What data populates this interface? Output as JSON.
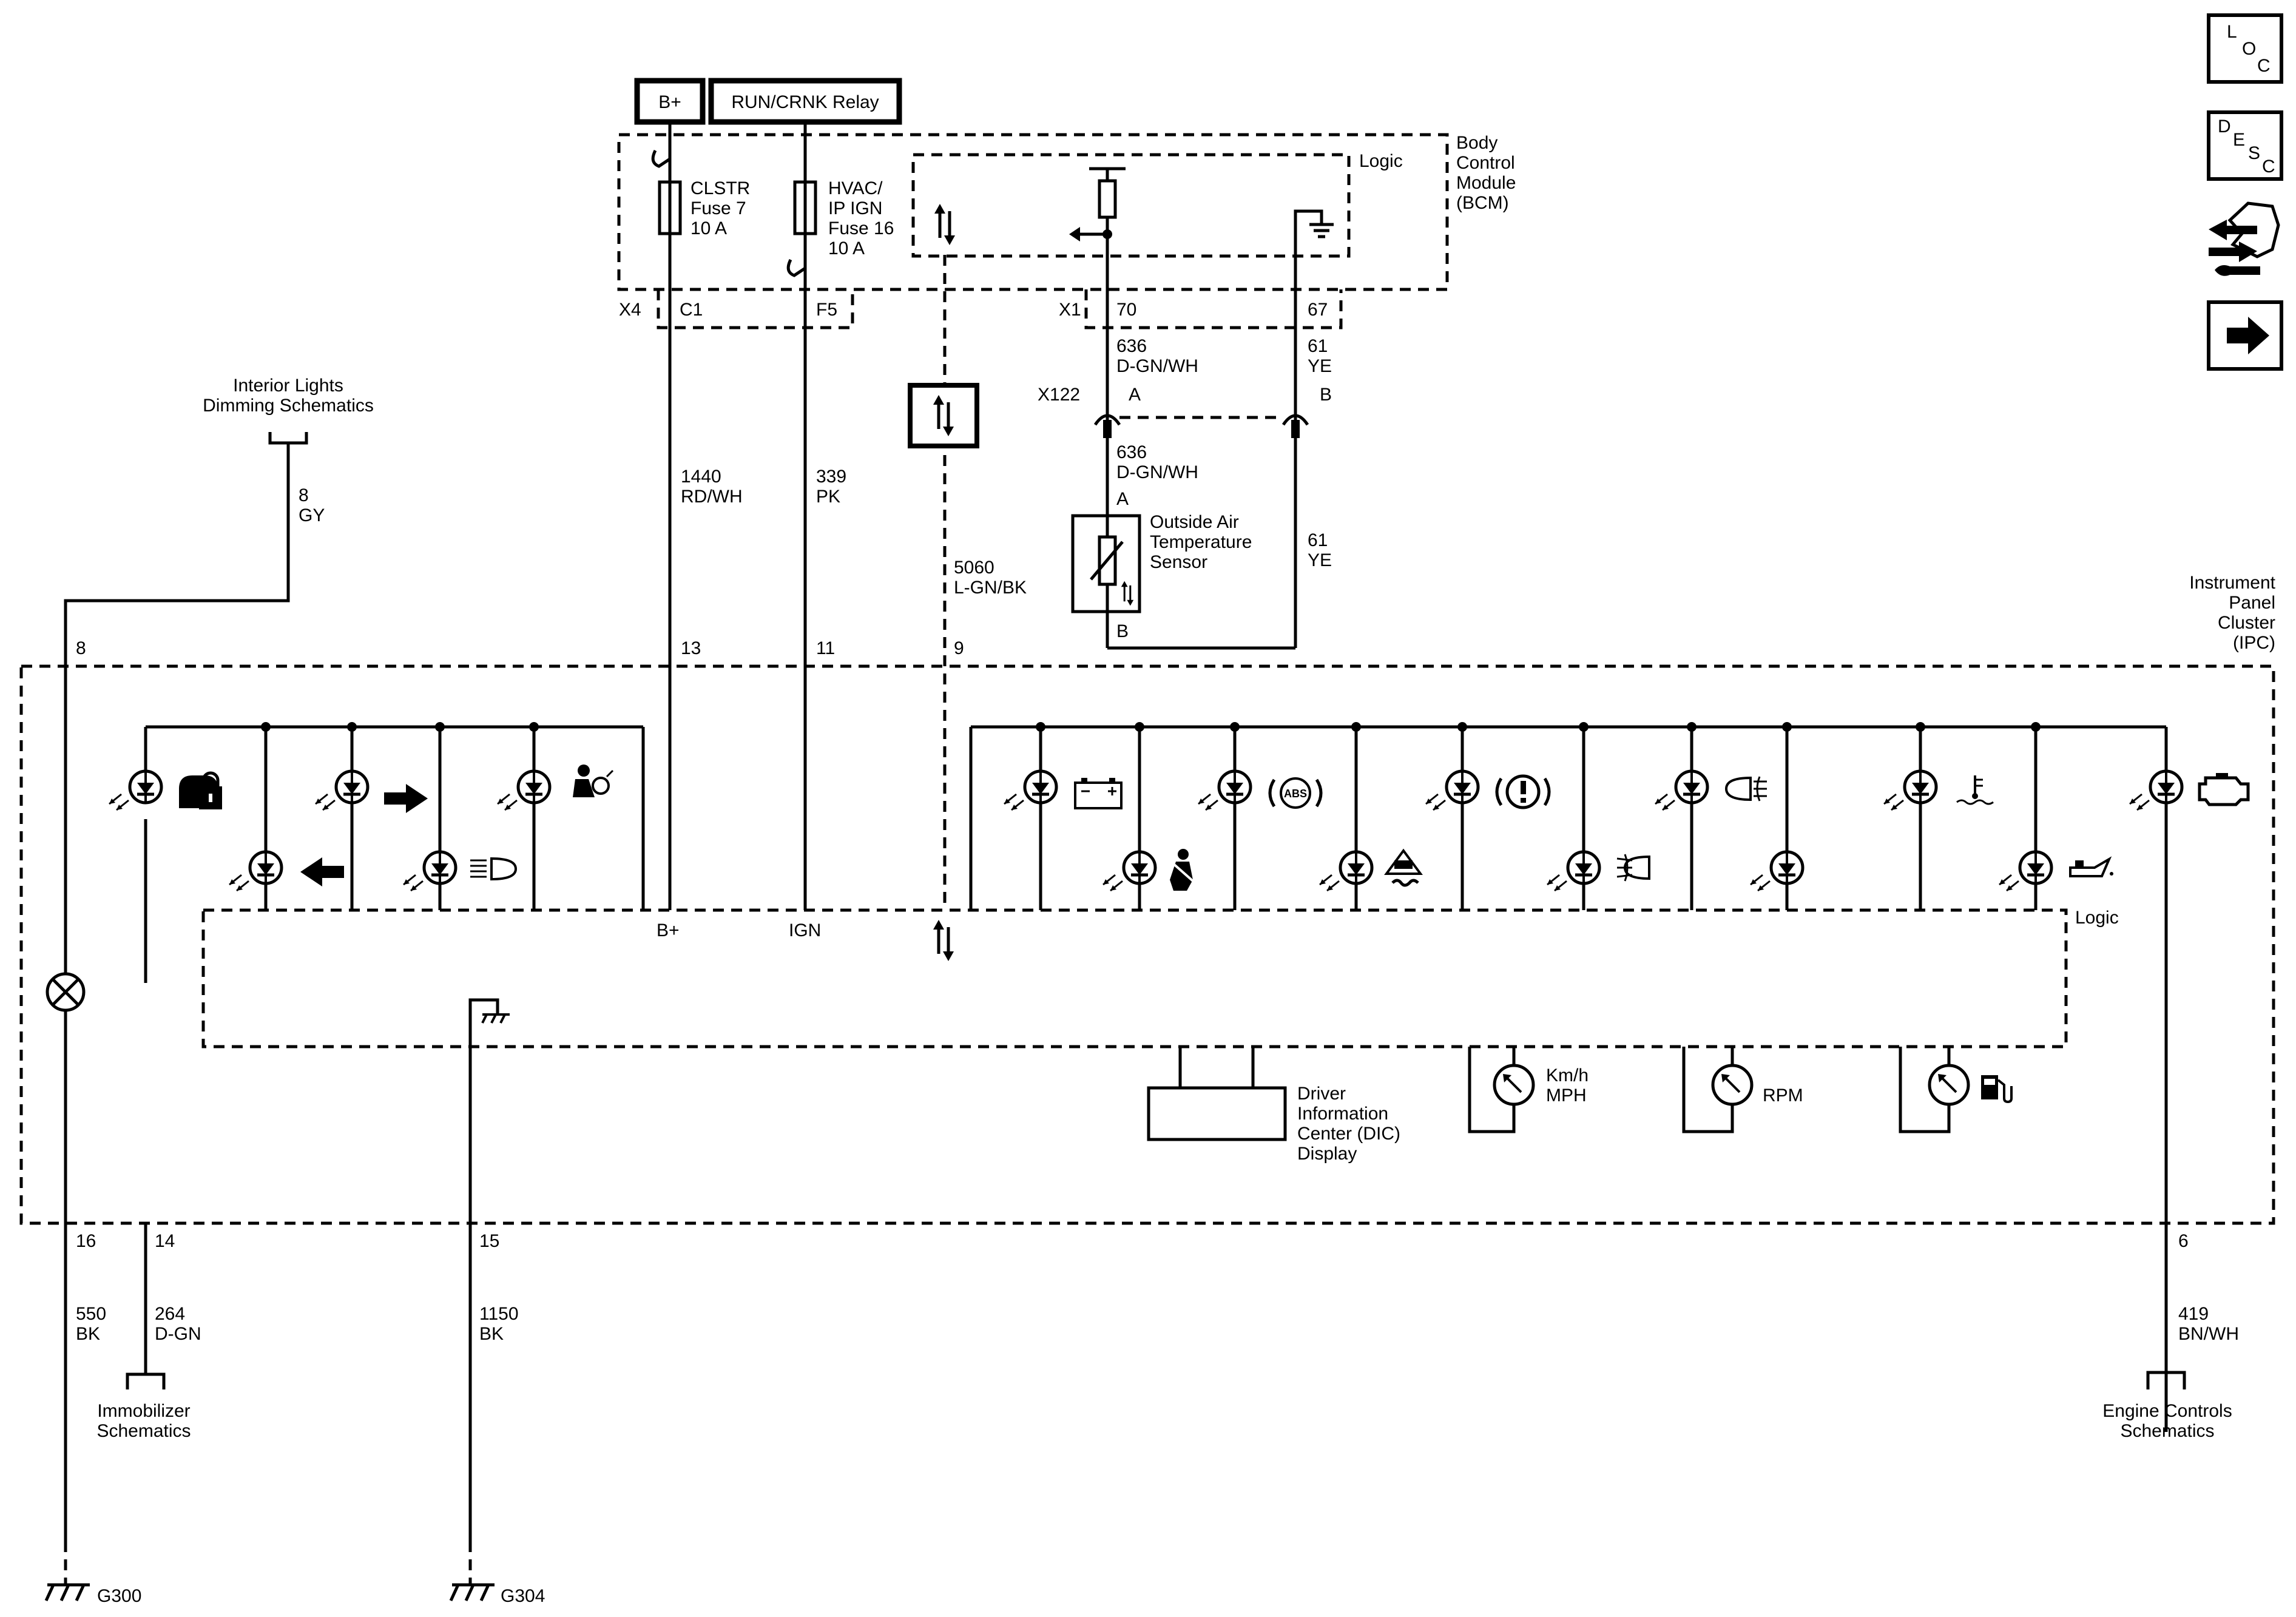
{
  "power": {
    "bplus": "B+",
    "relay": "RUN/CRNK Relay"
  },
  "bcm": {
    "name": [
      "Body",
      "Control",
      "Module",
      "(BCM)"
    ],
    "logic": "Logic",
    "fuse7": [
      "CLSTR",
      "Fuse 7",
      "10 A"
    ],
    "fuse16": [
      "HVAC/",
      "IP IGN",
      "Fuse 16",
      "10 A"
    ],
    "connectors": {
      "x4": "X4",
      "c1": "C1",
      "f5": "F5",
      "x1": "X1",
      "p70": "70",
      "p67": "67"
    }
  },
  "wires": {
    "w636": [
      "636",
      "D-GN/WH"
    ],
    "w61": [
      "61",
      "YE"
    ],
    "w1440": [
      "1440",
      "RD/WH"
    ],
    "w339": [
      "339",
      "PK"
    ],
    "w5060": [
      "5060",
      "L-GN/BK"
    ],
    "w8": [
      "8",
      "GY"
    ],
    "w550": [
      "550",
      "BK"
    ],
    "w264": [
      "264",
      "D-GN"
    ],
    "w1150": [
      "1150",
      "BK"
    ],
    "w419": [
      "419",
      "BN/WH"
    ]
  },
  "x122": {
    "name": "X122",
    "a": "A",
    "b": "B"
  },
  "sensor": {
    "name": [
      "Outside Air",
      "Temperature",
      "Sensor"
    ],
    "a": "A",
    "b": "B"
  },
  "interior": [
    "Interior Lights",
    "Dimming Schematics"
  ],
  "ipc": {
    "name": [
      "Instrument",
      "Panel",
      "Cluster",
      "(IPC)"
    ],
    "logic": "Logic",
    "bplus": "B+",
    "ign": "IGN",
    "pins": {
      "p8": "8",
      "p13": "13",
      "p11": "11",
      "p9": "9",
      "p16": "16",
      "p14": "14",
      "p15": "15",
      "p6": "6"
    },
    "dic": [
      "Driver",
      "Information",
      "Center (DIC)",
      "Display"
    ],
    "speed": [
      "Km/h",
      "MPH"
    ],
    "rpm": "RPM"
  },
  "refs": {
    "immobilizer": [
      "Immobilizer",
      "Schematics"
    ],
    "engine": [
      "Engine Controls",
      "Schematics"
    ]
  },
  "grounds": {
    "g300": "G300",
    "g304": "G304"
  },
  "side_icons": {
    "loc": [
      "L",
      "O",
      "C"
    ],
    "desc": [
      "D",
      "E",
      "S",
      "C"
    ]
  }
}
